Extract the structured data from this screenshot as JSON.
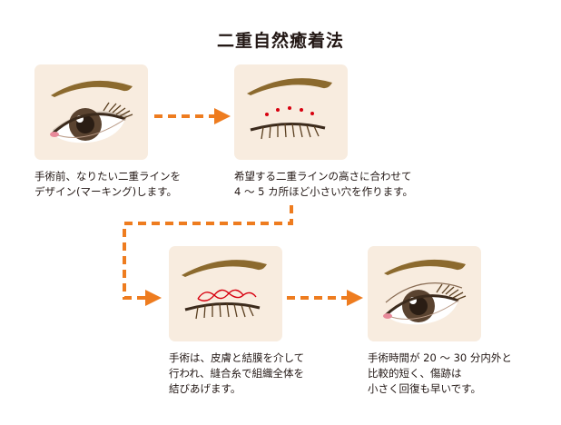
{
  "title": "二重自然癒着法",
  "colors": {
    "arrow": "#ee7c1f",
    "panel_bg": "#f8ecdf",
    "brow": "#8c6a2e",
    "iris": "#5a4330",
    "mark": "#d7000f",
    "text": "#231815"
  },
  "steps": [
    {
      "image": "eye-open-icon",
      "lines": [
        "手術前、なりたい二重ラインを",
        "デザイン(マーキング)します。"
      ]
    },
    {
      "image": "eye-closed-marked-icon",
      "lines": [
        "希望する二重ラインの高さに合わせて",
        "4 〜 5 カ所ほど小さい穴を作ります。"
      ]
    },
    {
      "image": "eye-closed-sutured-icon",
      "lines": [
        "手術は、皮膚と結膜を介して",
        "行われ、縫合糸で組織全体を",
        "結びあげます。"
      ]
    },
    {
      "image": "eye-double-lid-icon",
      "lines": [
        "手術時間が 20 〜 30 分内外と",
        "比較的短く、傷跡は",
        "小さく回復も早いです。"
      ]
    }
  ]
}
